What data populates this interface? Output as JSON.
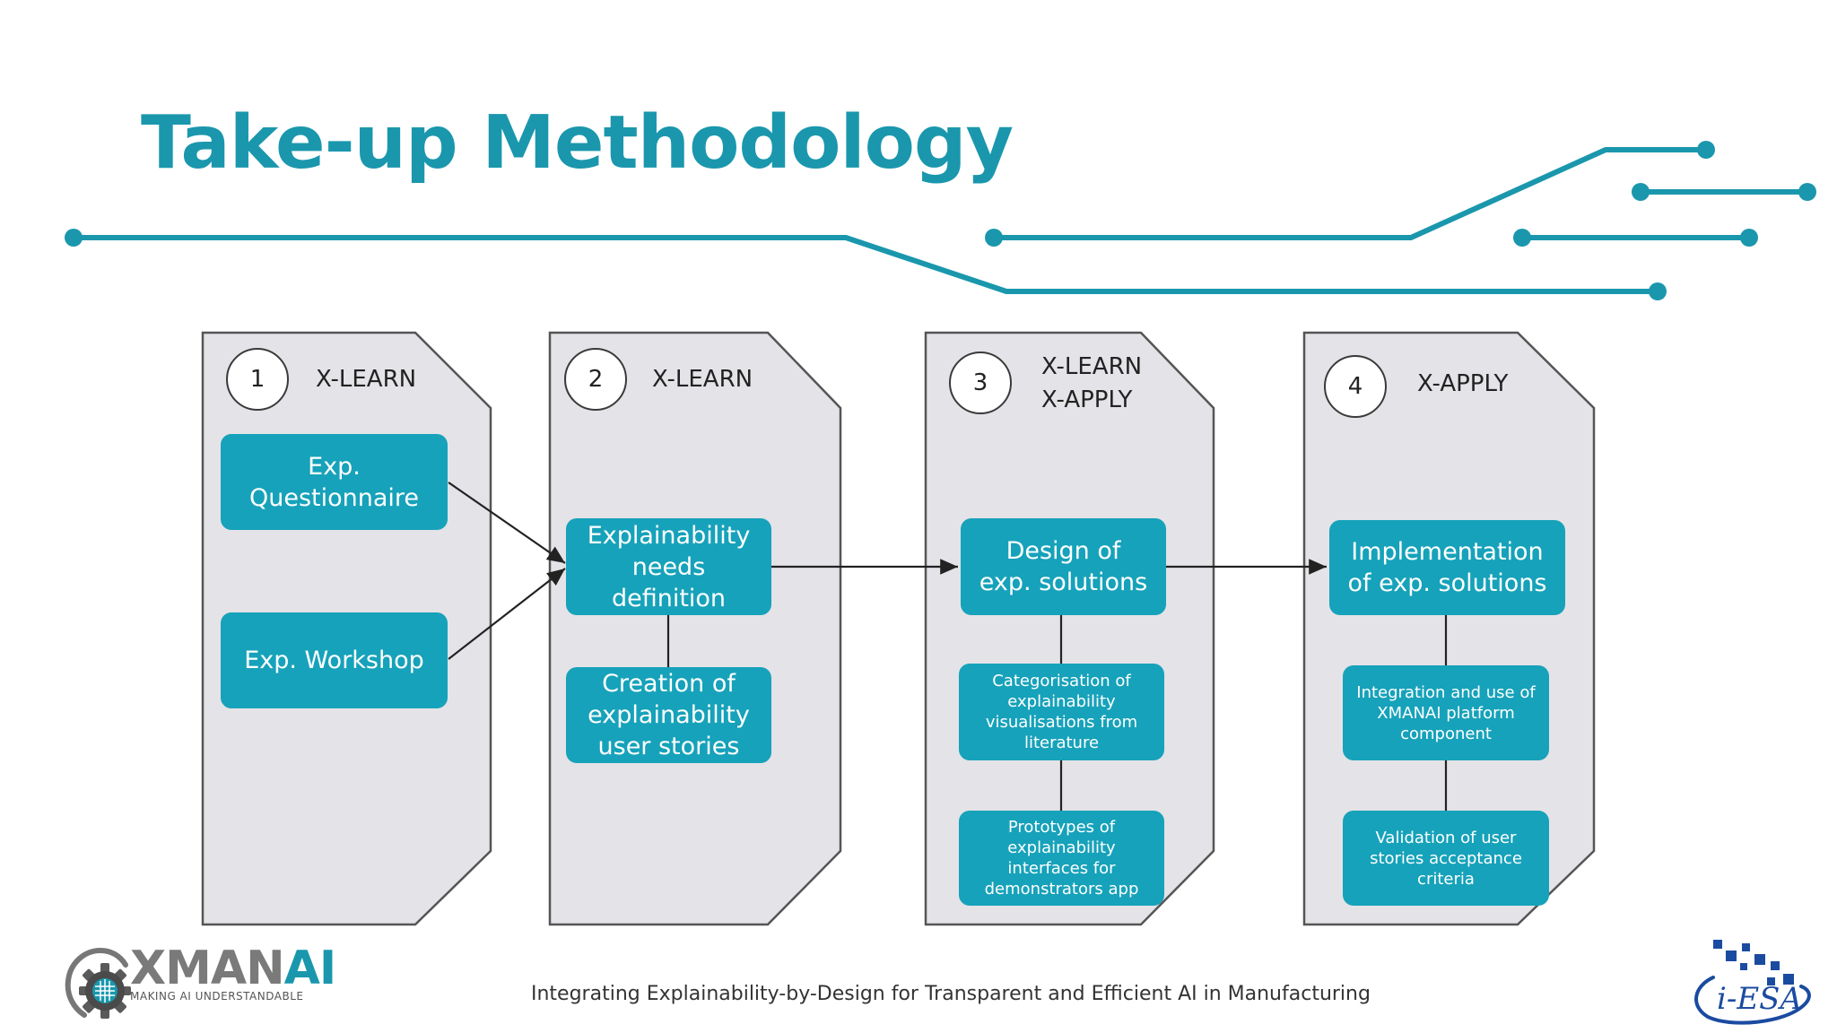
{
  "slide": {
    "title": "Take-up Methodology",
    "footer": "Integrating Explainability-by-Design for Transparent and Efficient AI in Manufacturing"
  },
  "colors": {
    "accent": "#1a97ad",
    "box_fill": "#16a2ba",
    "card_fill": "#e4e3e7",
    "card_border": "#555555",
    "arrow": "#222222",
    "iesa_blue": "#1b4ba0"
  },
  "logos": {
    "xmanai": {
      "part1": "XMAN",
      "part2": "AI",
      "tagline": "MAKING AI UNDERSTANDABLE",
      "icon": "gear-head-icon"
    },
    "iesa": {
      "text": "i-ESA",
      "icon": "pixel-swirl-icon"
    }
  },
  "phases": [
    {
      "number": "1",
      "labels": [
        "X-LEARN"
      ],
      "boxes": [
        "Exp.\nQuestionnaire",
        "Exp. Workshop"
      ]
    },
    {
      "number": "2",
      "labels": [
        "X-LEARN"
      ],
      "boxes": [
        "Explainability\nneeds\ndefinition",
        "Creation of\nexplainability\nuser stories"
      ]
    },
    {
      "number": "3",
      "labels": [
        "X-LEARN",
        "X-APPLY"
      ],
      "boxes": [
        "Design of\nexp. solutions",
        "Categorisation of\nexplainability\nvisualisations from\nliterature",
        "Prototypes of\nexplainability\ninterfaces for\ndemonstrators app"
      ]
    },
    {
      "number": "4",
      "labels": [
        "X-APPLY"
      ],
      "boxes": [
        "Implementation\nof exp. solutions",
        "Integration and use of\nXMANAI platform\ncomponent",
        "Validation of user\nstories acceptance\ncriteria"
      ]
    }
  ]
}
